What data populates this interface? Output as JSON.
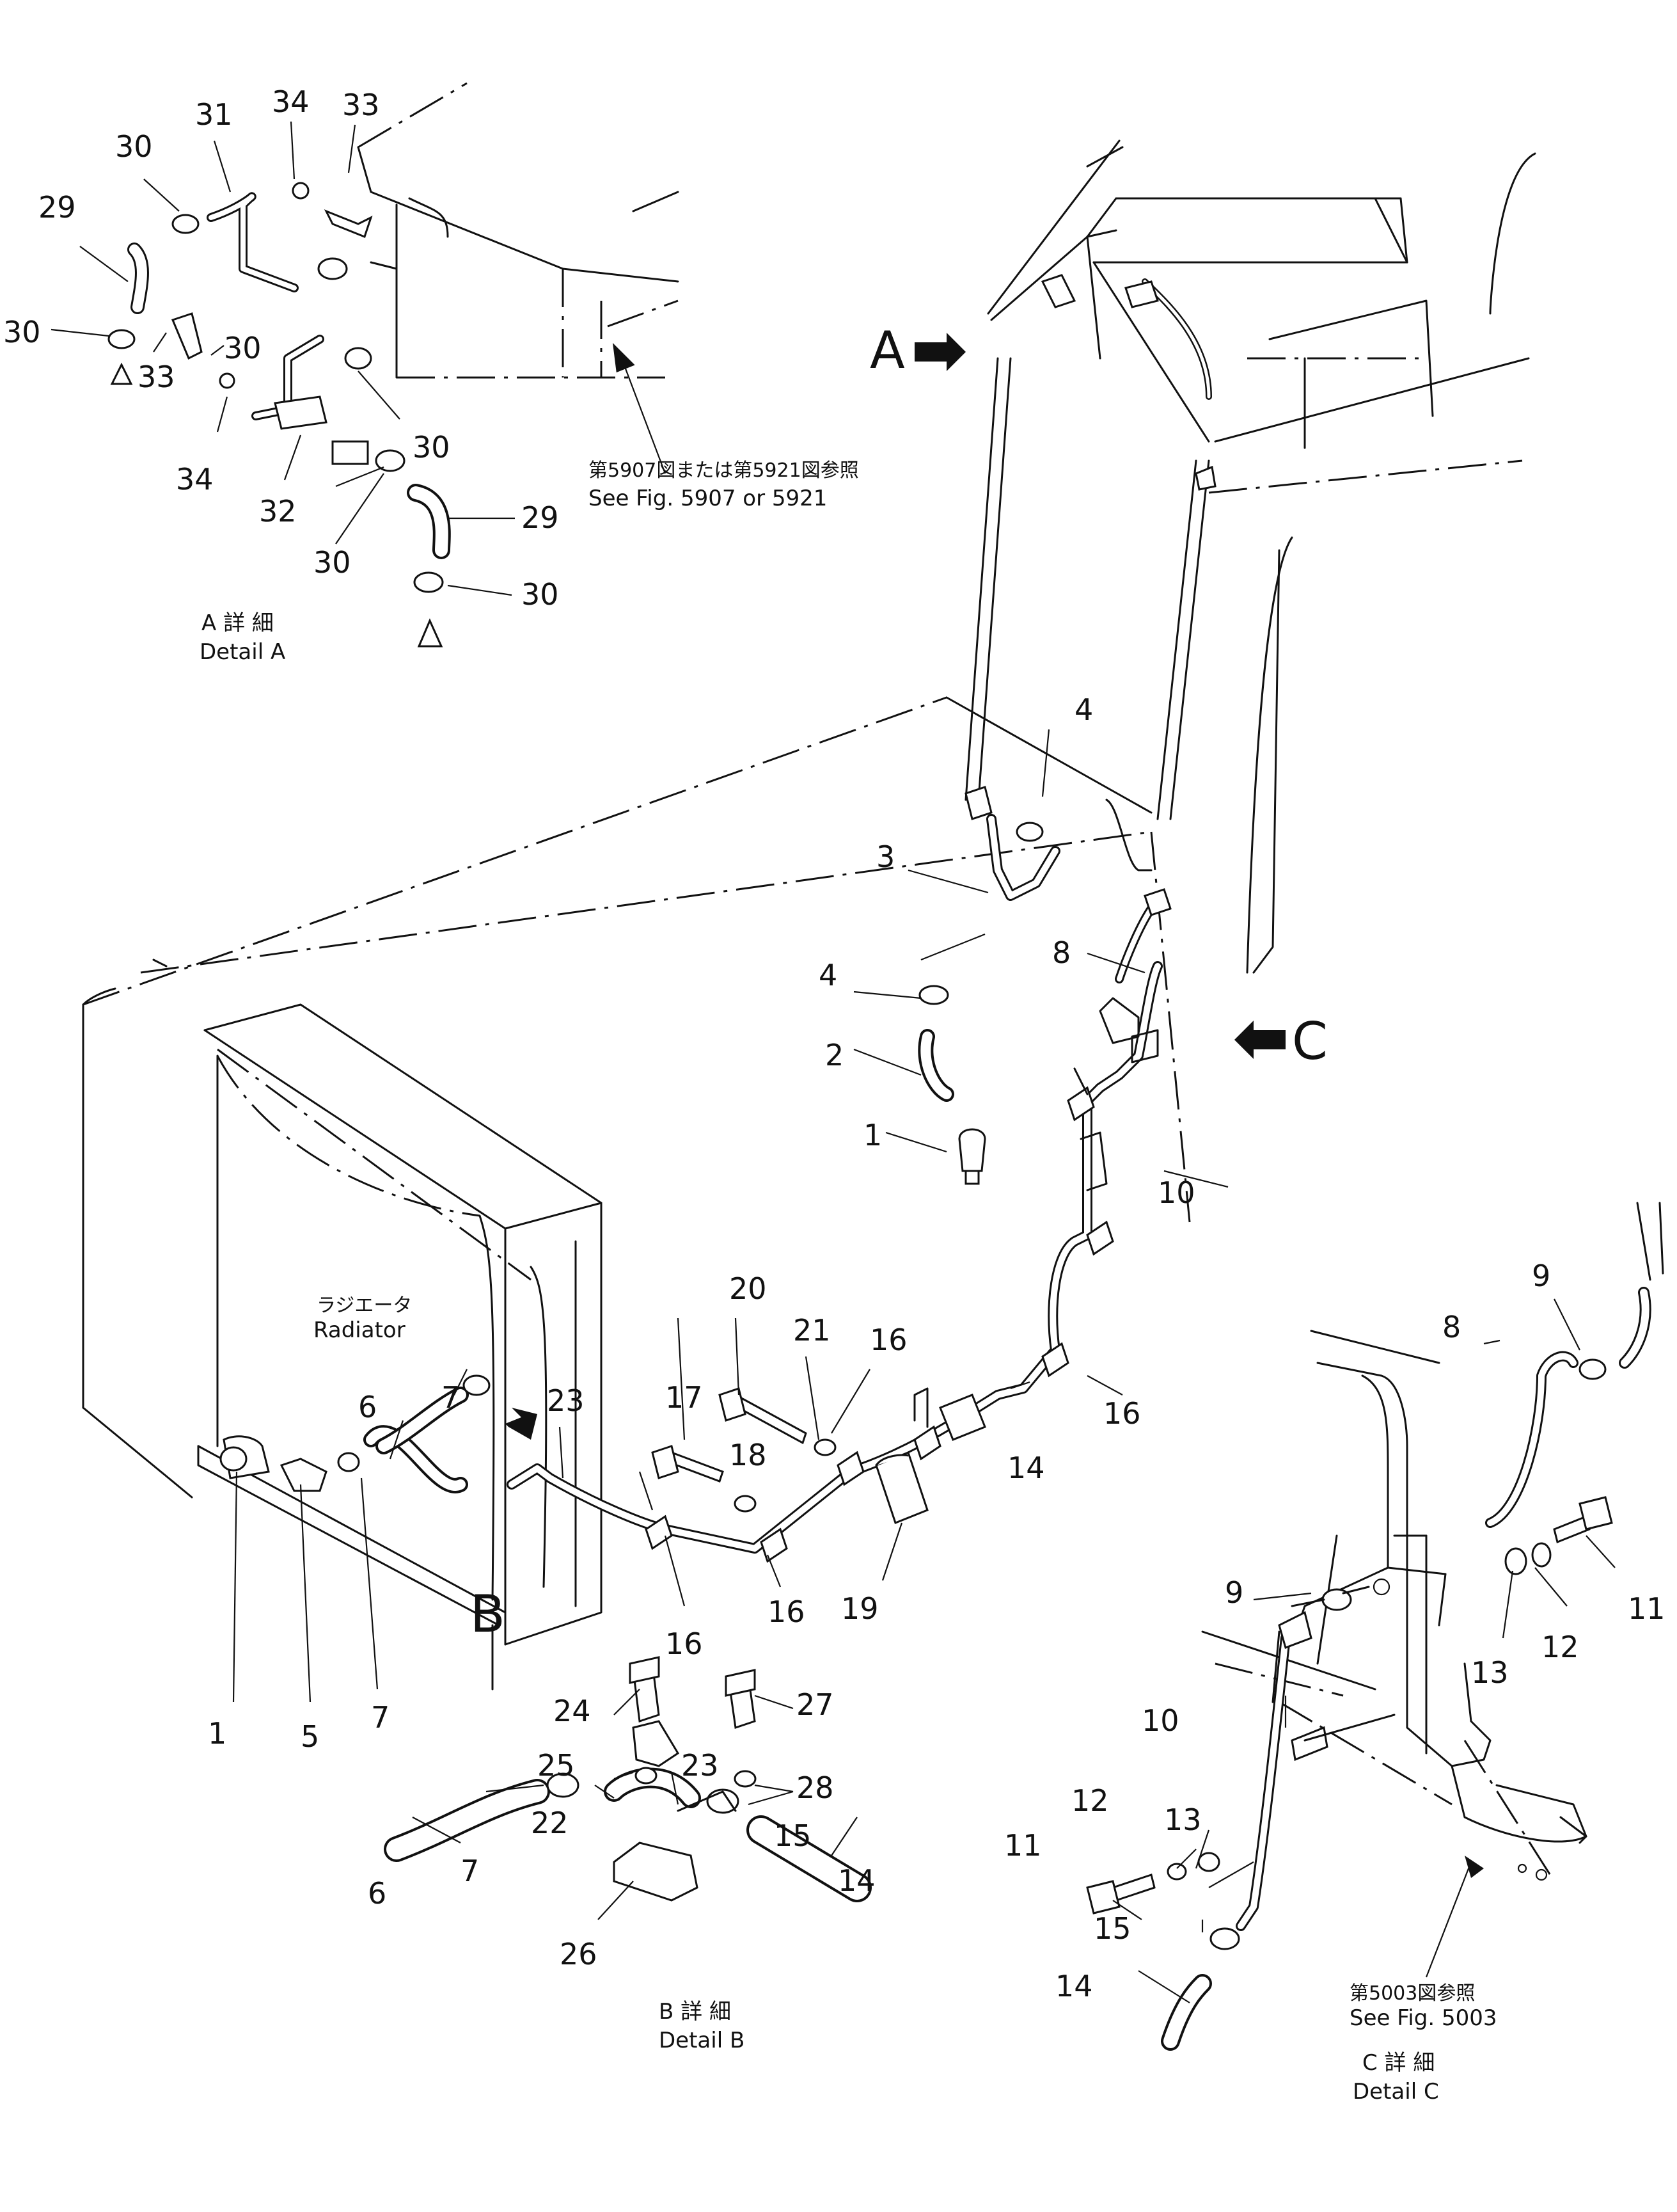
{
  "detail_a": {
    "caption_jp": "A 詳 細",
    "caption_en": "Detail A",
    "ref_jp": "第5907図または第5921図参照",
    "ref_en": "See  Fig. 5907  or  5921"
  },
  "detail_b": {
    "caption_jp": "B 詳 細",
    "caption_en": "Detail B"
  },
  "detail_c": {
    "caption_jp": "C 詳 細",
    "caption_en": "Detail C",
    "ref_jp": "第5003図参照",
    "ref_en": "See  Fig. 5003"
  },
  "radiator": {
    "label_jp": "ラジエータ",
    "label_en": "Radiator"
  },
  "views": {
    "a": "A",
    "b": "B",
    "c": "C"
  },
  "callouts": {
    "a29a": "29",
    "a29b": "29",
    "a30a": "30",
    "a30b": "30",
    "a30c": "30",
    "a30d": "30",
    "a30e": "30",
    "a30f": "30",
    "a31": "31",
    "a32": "32",
    "a33a": "33",
    "a33b": "33",
    "a34a": "34",
    "a34b": "34",
    "m1a": "1",
    "m1b": "1",
    "m2": "2",
    "m3": "3",
    "m4a": "4",
    "m4b": "4",
    "m5": "5",
    "m6": "6",
    "m7a": "7",
    "m7b": "7",
    "m8": "8",
    "m10": "10",
    "m14": "14",
    "m16a": "16",
    "m16b": "16",
    "m16c": "16",
    "m16d": "16",
    "m17": "17",
    "m18": "18",
    "m19": "19",
    "m20": "20",
    "m21": "21",
    "m23": "23",
    "b6": "6",
    "b7": "7",
    "b14": "14",
    "b15": "15",
    "b22": "22",
    "b23": "23",
    "b24": "24",
    "b25": "25",
    "b26": "26",
    "b27": "27",
    "b28": "28",
    "c8": "8",
    "c9a": "9",
    "c9b": "9",
    "c10": "10",
    "c11a": "11",
    "c11b": "11",
    "c12a": "12",
    "c12b": "12",
    "c13a": "13",
    "c13b": "13",
    "c14": "14",
    "c15": "15"
  }
}
